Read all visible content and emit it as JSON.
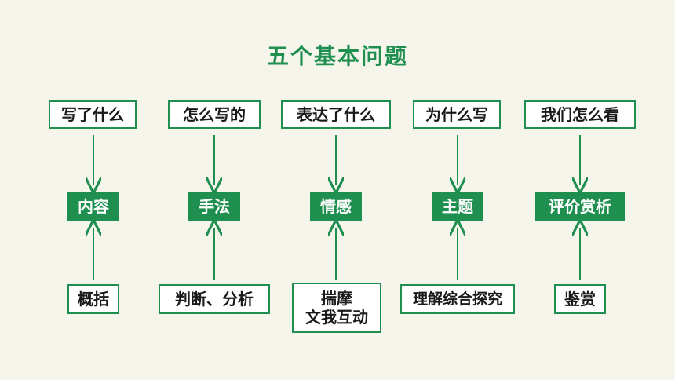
{
  "title": "五个基本问题",
  "questions": [
    "写了什么",
    "怎么写的",
    "表达了什么",
    "为什么写",
    "我们怎么看"
  ],
  "concepts": [
    "内容",
    "手法",
    "情感",
    "主题",
    "评价赏析"
  ],
  "methods": [
    [
      "概括"
    ],
    [
      "判断、分析"
    ],
    [
      "揣摩",
      "文我互动"
    ],
    [
      "理解综合探究"
    ],
    [
      "鉴赏"
    ]
  ],
  "colors": {
    "accent": "#1f8f4f",
    "background": "#f5f5ec"
  }
}
